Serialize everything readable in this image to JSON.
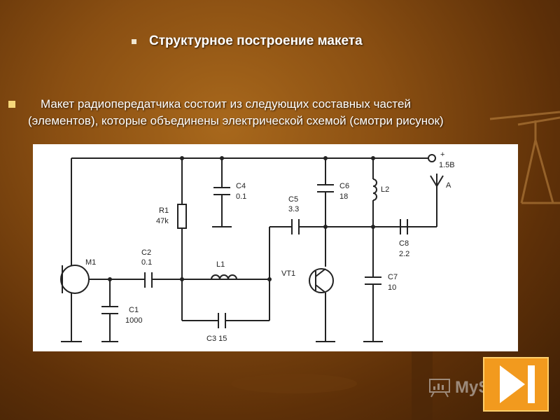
{
  "slide": {
    "title": "Структурное построение макета",
    "paragraph_line1": "Макет радиопередатчика состоит из следующих составных частей",
    "paragraph_line2": "(элементов), которые объединены электрической схемой (смотри рисунок)"
  },
  "schematic": {
    "supply": "1.5B",
    "supply_plus": "+",
    "antenna": "A",
    "m1": "M1",
    "r1": "R1",
    "r1_value": "47k",
    "c1": "C1",
    "c1_value": "1000",
    "c2": "C2",
    "c2_value": "0.1",
    "c3": "C3 15",
    "c4": "C4",
    "c4_value": "0.1",
    "c5": "C5",
    "c5_value": "3.3",
    "c6": "C6",
    "c6_value": "18",
    "c7": "C7",
    "c7_value": "10",
    "c8": "C8",
    "c8_value": "2.2",
    "l1": "L1",
    "l2": "L2",
    "vt1": "VT1"
  },
  "watermark": {
    "text": "MyShared",
    "icon": "presentation-icon"
  },
  "controls": {
    "next_icon": "play-next-icon"
  },
  "colors": {
    "background": "#8a4f12",
    "accent": "#f29a1e",
    "bullet": "#f5d77a"
  }
}
